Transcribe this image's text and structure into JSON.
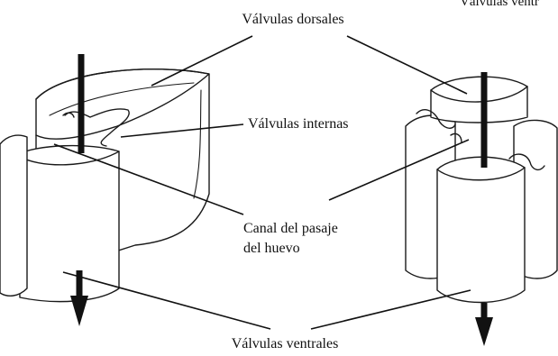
{
  "labels": {
    "dorsal_valves": "Válvulas dorsales",
    "ventral_valves_top": "Válvulas ventr",
    "internal_valves": "Válvulas internas",
    "egg_channel_line1": "Canal del pasaje",
    "egg_channel_line2": "del huevo",
    "ventral_valves_bottom": "Válvulas ventrales"
  }
}
